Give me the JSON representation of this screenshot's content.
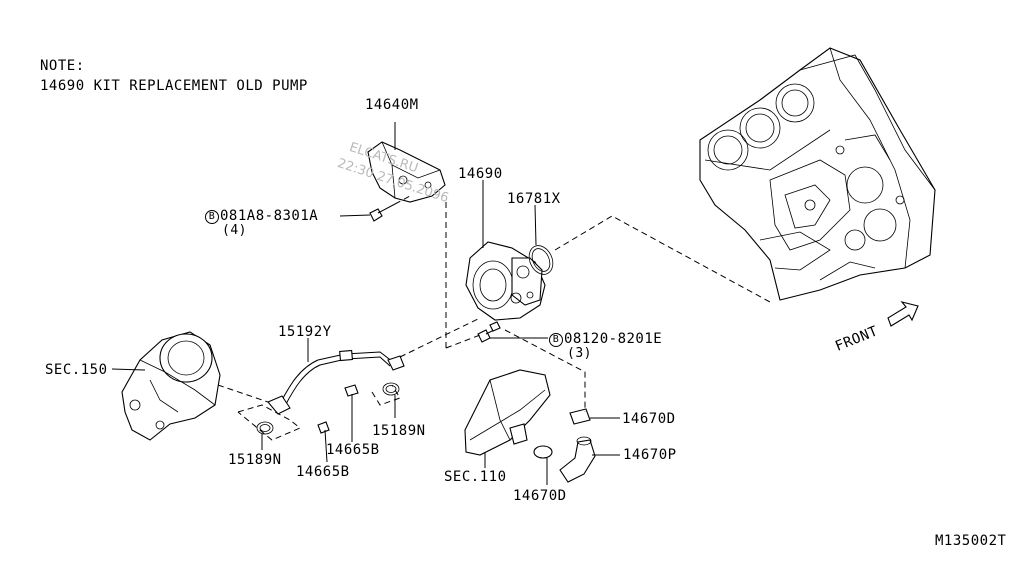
{
  "note": {
    "heading": "NOTE:",
    "line": "14690  KIT REPLACEMENT OLD PUMP"
  },
  "labels": {
    "bracket": "14640M",
    "pump": "14690",
    "gasket": "16781X",
    "bolt_a": "081A8-8301A",
    "bolt_a_qty": "(4)",
    "bolt_b": "08120-8201E",
    "bolt_b_qty": "(3)",
    "tube": "15192Y",
    "sec150": "SEC.150",
    "clamp_left": "15189N",
    "clamp_right": "15189N",
    "bolt_left": "14665B",
    "bolt_right": "14665B",
    "sec110": "SEC.110",
    "clip_upper": "14670D",
    "clip_lower": "14670D",
    "hose": "14670P",
    "front": "FRONT",
    "diagram_code": "M135002T",
    "bolt_symbol": "B"
  },
  "watermark": {
    "line1": "ELCATS.RU",
    "line2": "22:30 27.05.2096"
  }
}
